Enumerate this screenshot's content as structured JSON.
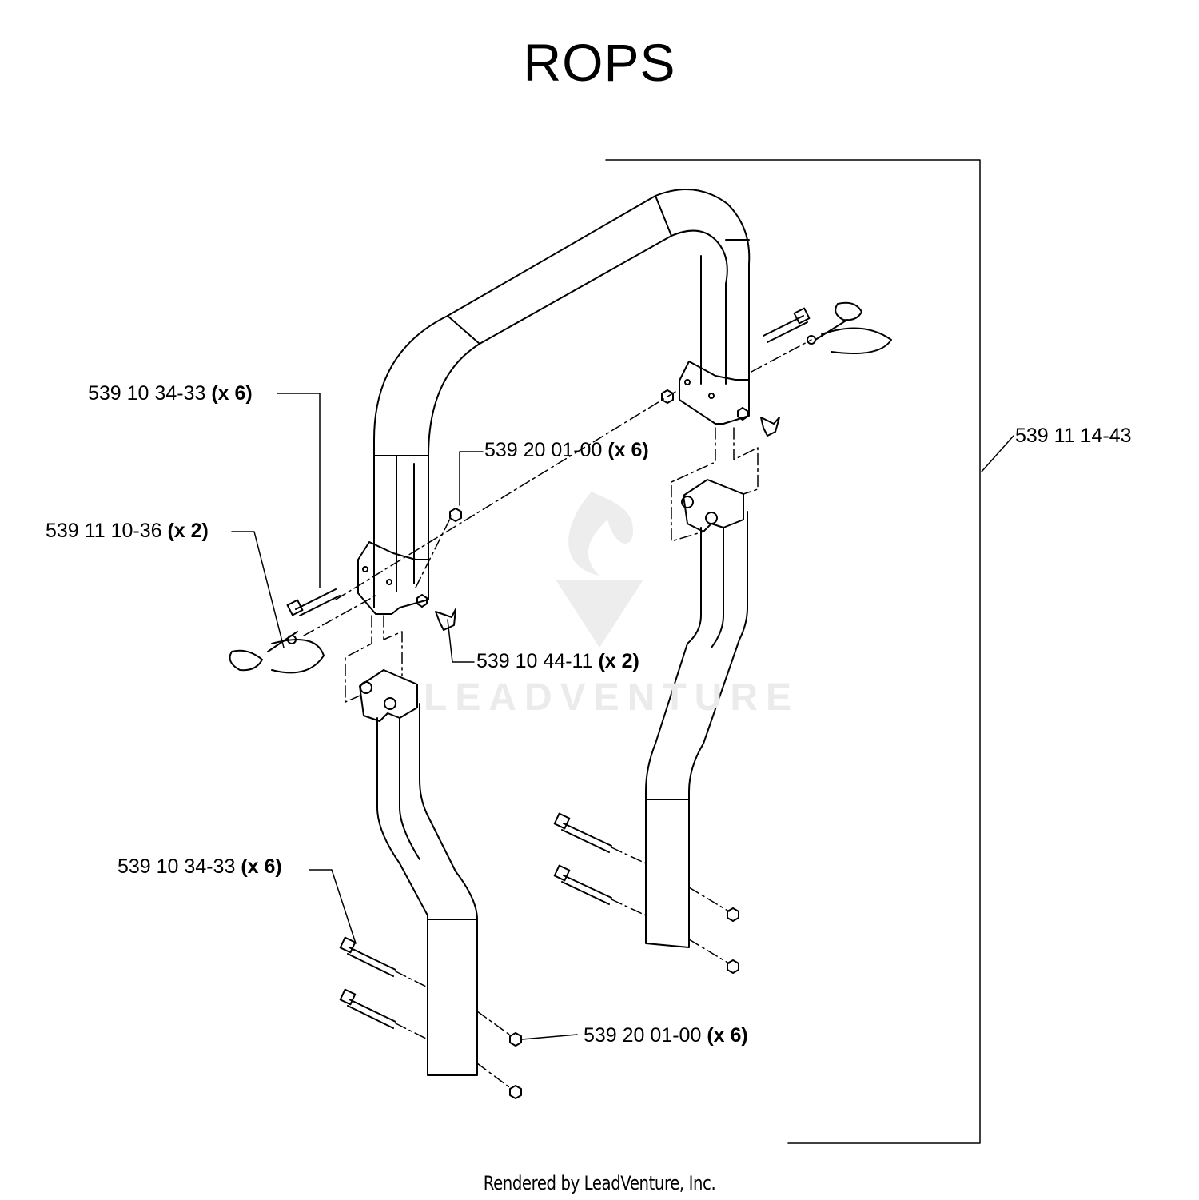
{
  "title": "ROPS",
  "callouts": [
    {
      "part": "539 10 34-33",
      "qty": "(x 6)"
    },
    {
      "part": "539 20 01-00",
      "qty": "(x 6)"
    },
    {
      "part": "539 11 10-36",
      "qty": "(x 2)"
    },
    {
      "part": "539 10 44-11",
      "qty": "(x 2)"
    },
    {
      "part": "539 11 14-43",
      "qty": ""
    },
    {
      "part": "539 10 34-33",
      "qty": "(x 6)"
    },
    {
      "part": "539 20 01-00",
      "qty": "(x 6)"
    }
  ],
  "watermark": "LEADVENTURE",
  "footer": "Rendered by LeadVenture, Inc."
}
